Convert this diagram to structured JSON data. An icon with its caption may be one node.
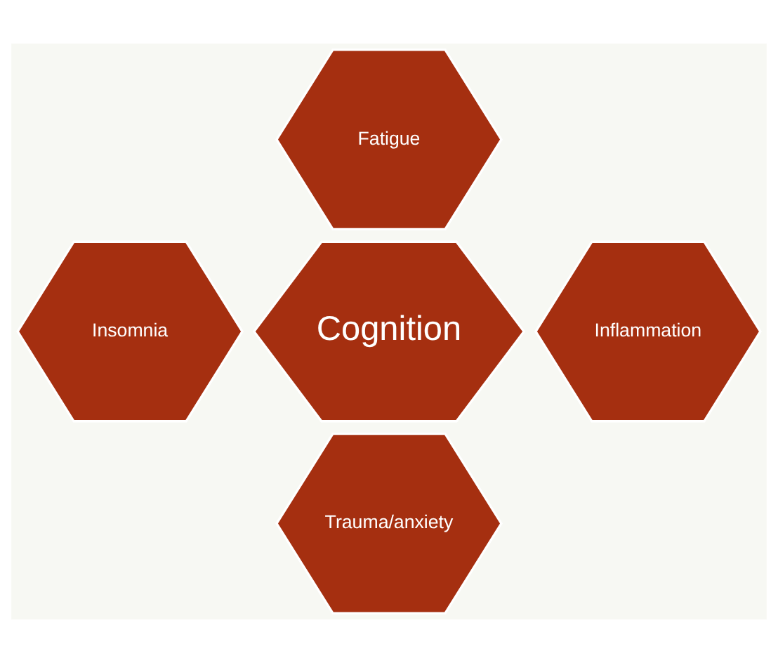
{
  "diagram": {
    "nodes": [
      {
        "text": [
          "Fatigue"
        ]
      },
      {
        "text": [
          "Insomnia"
        ]
      },
      {
        "text": [
          "Cognition"
        ]
      },
      {
        "text": [
          "Inflammation"
        ]
      },
      {
        "text": [
          "Trauma/anxiety"
        ]
      }
    ]
  }
}
